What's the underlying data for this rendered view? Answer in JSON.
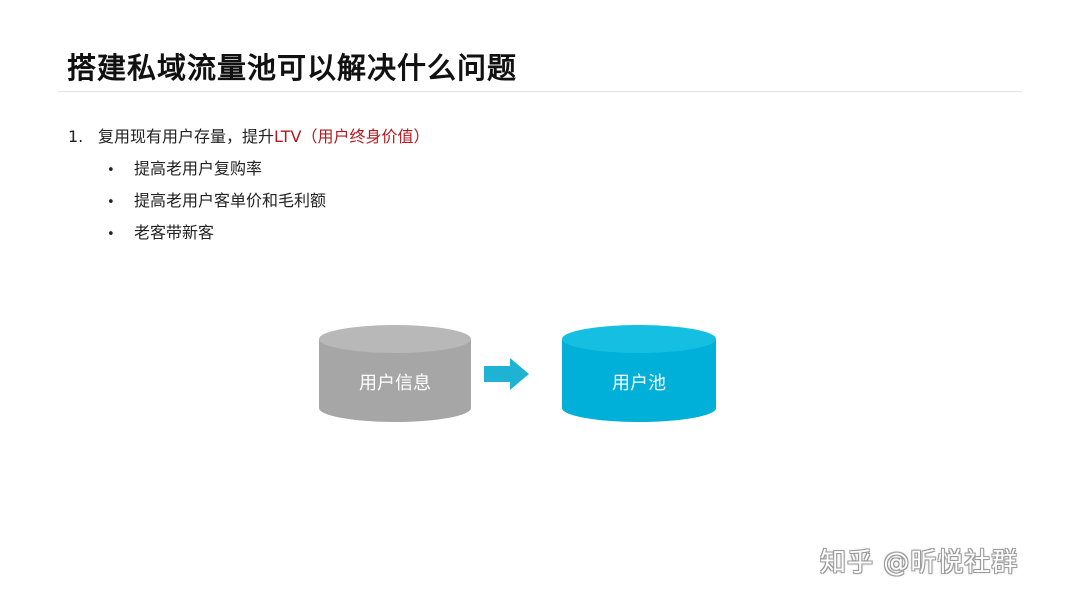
{
  "slide": {
    "title": "搭建私域流量池可以解决什么问题"
  },
  "points": [
    {
      "number": "1.",
      "text": "复用现有用户存量，提升",
      "highlight": "LTV（用户终身价值）",
      "bullets": [
        "提高老用户复购率",
        "提高老用户客单价和毛利额",
        "老客带新客"
      ]
    }
  ],
  "bullet_symbol": "•",
  "diagram": {
    "source": {
      "label": "用户信息",
      "color": "#a6a6a6",
      "top_color": "#b8b8b8"
    },
    "arrow": {
      "color": "#1fb3d3"
    },
    "target": {
      "label": "用户池",
      "color": "#00b0d8",
      "top_color": "#14bfe2"
    }
  },
  "colors": {
    "highlight": "#b3191f",
    "title_rule": "#e4e4e4"
  },
  "watermark": "知乎 @昕悦社群"
}
